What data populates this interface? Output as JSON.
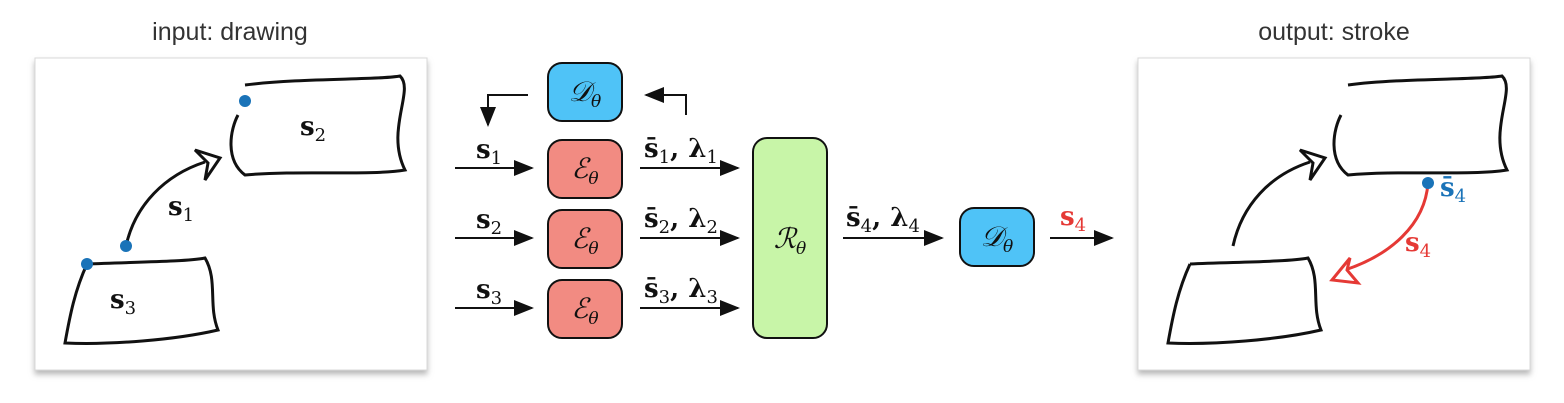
{
  "captions": {
    "input": "input: drawing",
    "output": "output: stroke"
  },
  "input_panel": {
    "strokes": [
      {
        "base": "s",
        "sub": "1"
      },
      {
        "base": "s",
        "sub": "2"
      },
      {
        "base": "s",
        "sub": "3"
      }
    ]
  },
  "pipeline": {
    "decoder_symbol": "𝒟",
    "encoder_symbol": "ℰ",
    "relational_symbol": "ℛ",
    "param": "θ",
    "inputs": [
      {
        "base": "s",
        "sub": "1"
      },
      {
        "base": "s",
        "sub": "2"
      },
      {
        "base": "s",
        "sub": "3"
      }
    ],
    "embeddings": [
      {
        "base": "s̄",
        "sub": "1",
        "lam": "λ",
        "lamsub": "1"
      },
      {
        "base": "s̄",
        "sub": "2",
        "lam": "λ",
        "lamsub": "2"
      },
      {
        "base": "s̄",
        "sub": "3",
        "lam": "λ",
        "lamsub": "3"
      }
    ],
    "relational_output": {
      "base": "s̄",
      "sub": "4",
      "lam": "λ",
      "lamsub": "4"
    },
    "final_output": {
      "base": "s",
      "sub": "4"
    }
  },
  "output_panel": {
    "start_label": {
      "base": "s̄",
      "sub": "4"
    },
    "stroke_label": {
      "base": "s",
      "sub": "4"
    }
  },
  "colors": {
    "decoder": "#4fc3f7",
    "encoder": "#f28b82",
    "relational": "#c8f5a8",
    "highlight_red": "#e53935",
    "dot_blue": "#1a73b8"
  }
}
